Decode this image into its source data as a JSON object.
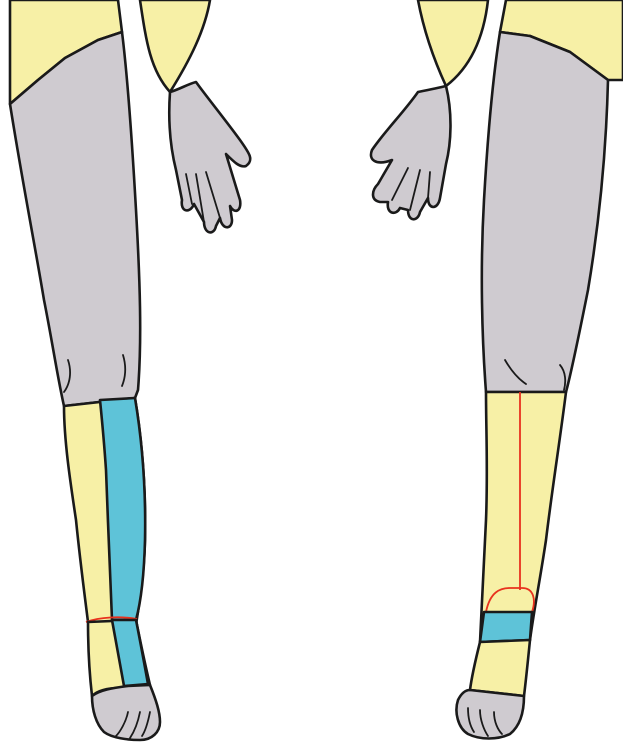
{
  "figure": {
    "views": [
      {
        "id": "left-view",
        "region_colors": [
          "skin",
          "gray",
          "blue"
        ]
      },
      {
        "id": "right-view",
        "region_colors": [
          "skin",
          "gray",
          "blue"
        ]
      }
    ]
  },
  "colors": {
    "skin": "#f7f0a6",
    "gray": "#cfcbd0",
    "blue": "#5ec3d8",
    "outline": "#1a1a1a",
    "marker": "#e8321e",
    "background": "#ffffff"
  }
}
